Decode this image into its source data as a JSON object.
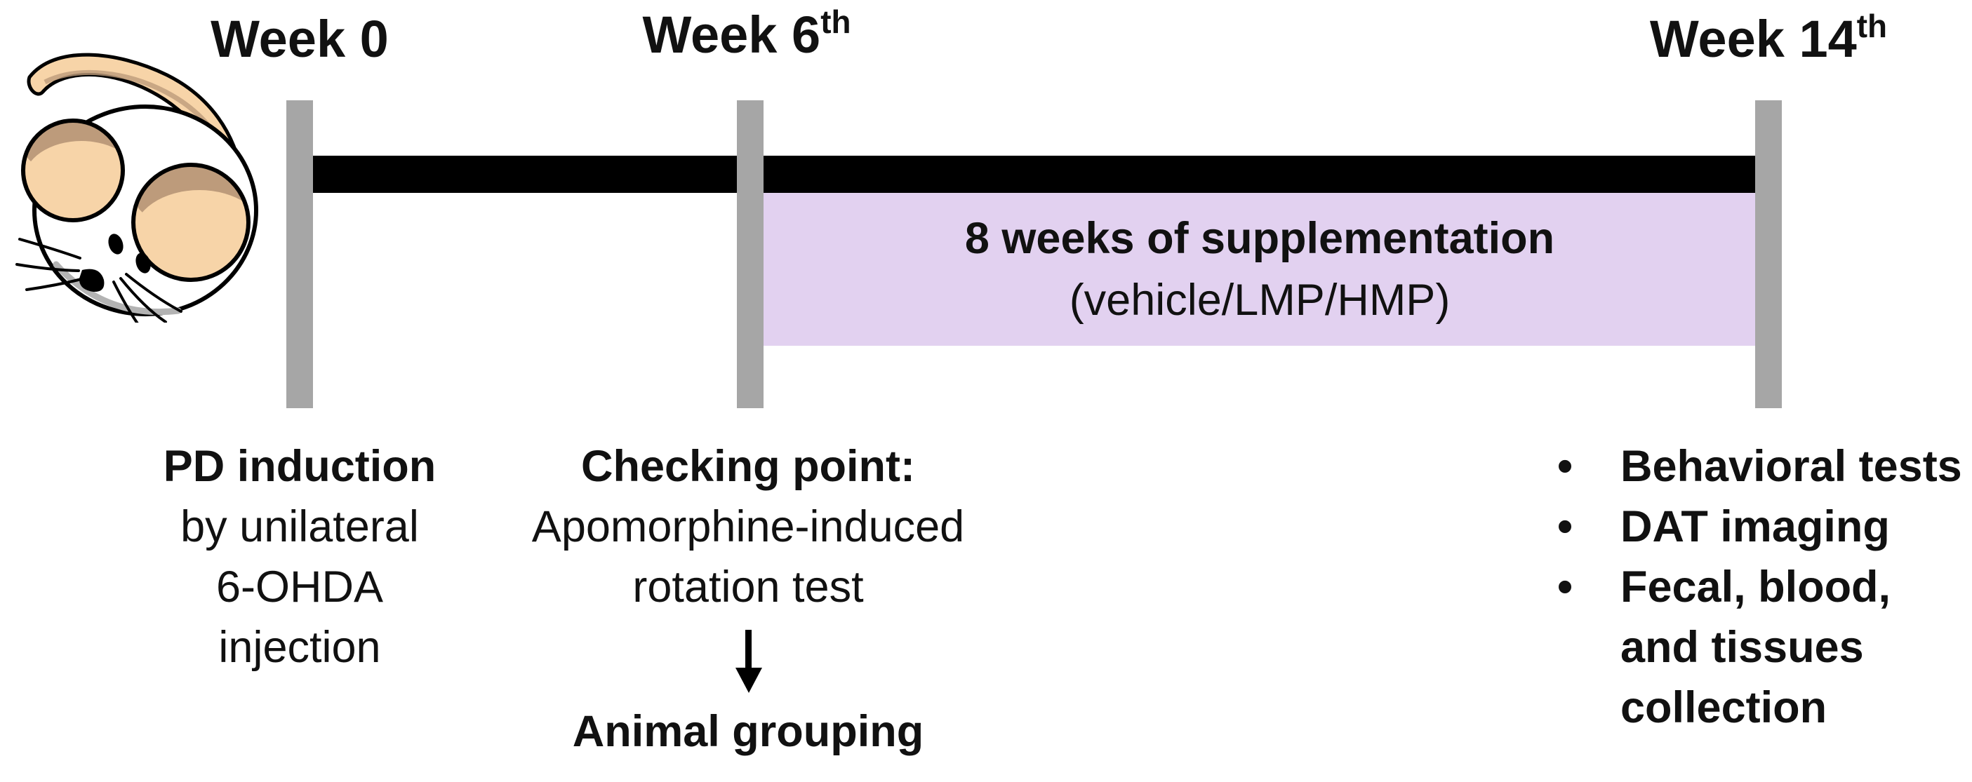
{
  "figure": {
    "kind": "experimental-timeline-diagram",
    "background": "#FFFFFF"
  },
  "colors": {
    "tick_gray": "#A6A6A6",
    "timeline_black": "#000000",
    "supplement_fill": "#E2D1F0",
    "text": "#111111",
    "mouse_ear_peach": "#F7D4A8",
    "mouse_shade_tan": "#BD9B7B",
    "mouse_body_white": "#FFFFFF"
  },
  "milestones": [
    {
      "label": "Week 0",
      "sup": ""
    },
    {
      "label": "Week 6",
      "sup": "th"
    },
    {
      "label": "Week 14",
      "sup": "th"
    }
  ],
  "supplement_box": {
    "title": "8 weeks of supplementation",
    "subtitle": "(vehicle/LMP/HMP)"
  },
  "pd_block": {
    "title": "PD induction",
    "line1": "by unilateral",
    "line2": "6-OHDA",
    "line3": "injection"
  },
  "checkpoint_block": {
    "title": "Checking point:",
    "line1": "Apomorphine-induced",
    "line2": "rotation test",
    "result": "Animal grouping"
  },
  "endpoint_block": {
    "bullet": "•",
    "item1": "Behavioral tests",
    "item2": "DAT imaging",
    "item3": "Fecal, blood,\nand tissues\ncollection"
  }
}
